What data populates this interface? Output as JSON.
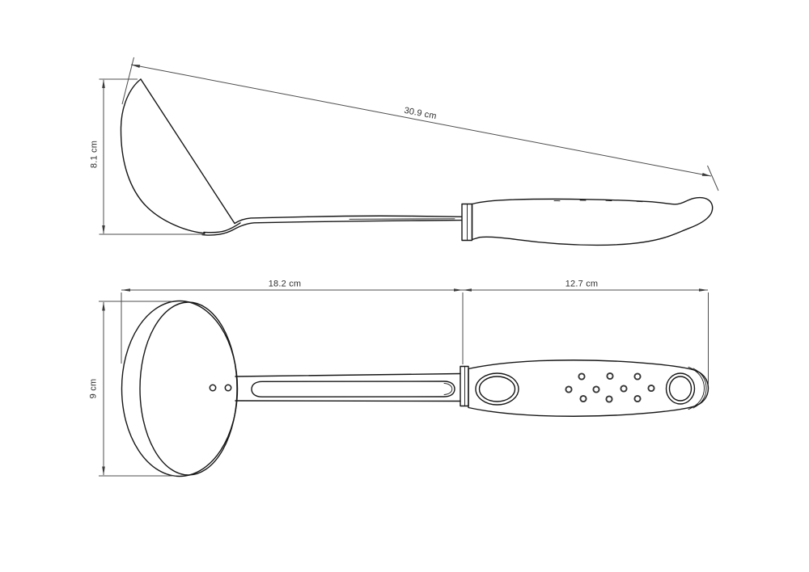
{
  "page": {
    "background": "#ffffff"
  },
  "drawing": {
    "kind": "orthographic line drawing of a kitchen ladle",
    "views": [
      {
        "id": "side-view",
        "description": "side elevation: tilted bowl, metal shaft, contoured handle"
      },
      {
        "id": "plan-view",
        "description": "plan view: round bowl, slotted shaft, handle with grip dots and hang hole"
      }
    ],
    "dimensions": {
      "bowl_height": {
        "value": "8.1",
        "unit": "cm",
        "label": "8.1 cm",
        "view": "side-view"
      },
      "overall_length": {
        "value": "30.9",
        "unit": "cm",
        "label": "30.9 cm",
        "view": "side-view"
      },
      "head_length": {
        "value": "18.2",
        "unit": "cm",
        "label": "18.2 cm",
        "view": "plan-view"
      },
      "handle_length": {
        "value": "12.7",
        "unit": "cm",
        "label": "12.7 cm",
        "view": "plan-view"
      },
      "bowl_width": {
        "value": "9",
        "unit": "cm",
        "label": "9 cm",
        "view": "plan-view"
      }
    },
    "colors": {
      "outline": "#161616",
      "dimension_lines": "#4c4c4c",
      "text": "#2e2e2e"
    }
  }
}
